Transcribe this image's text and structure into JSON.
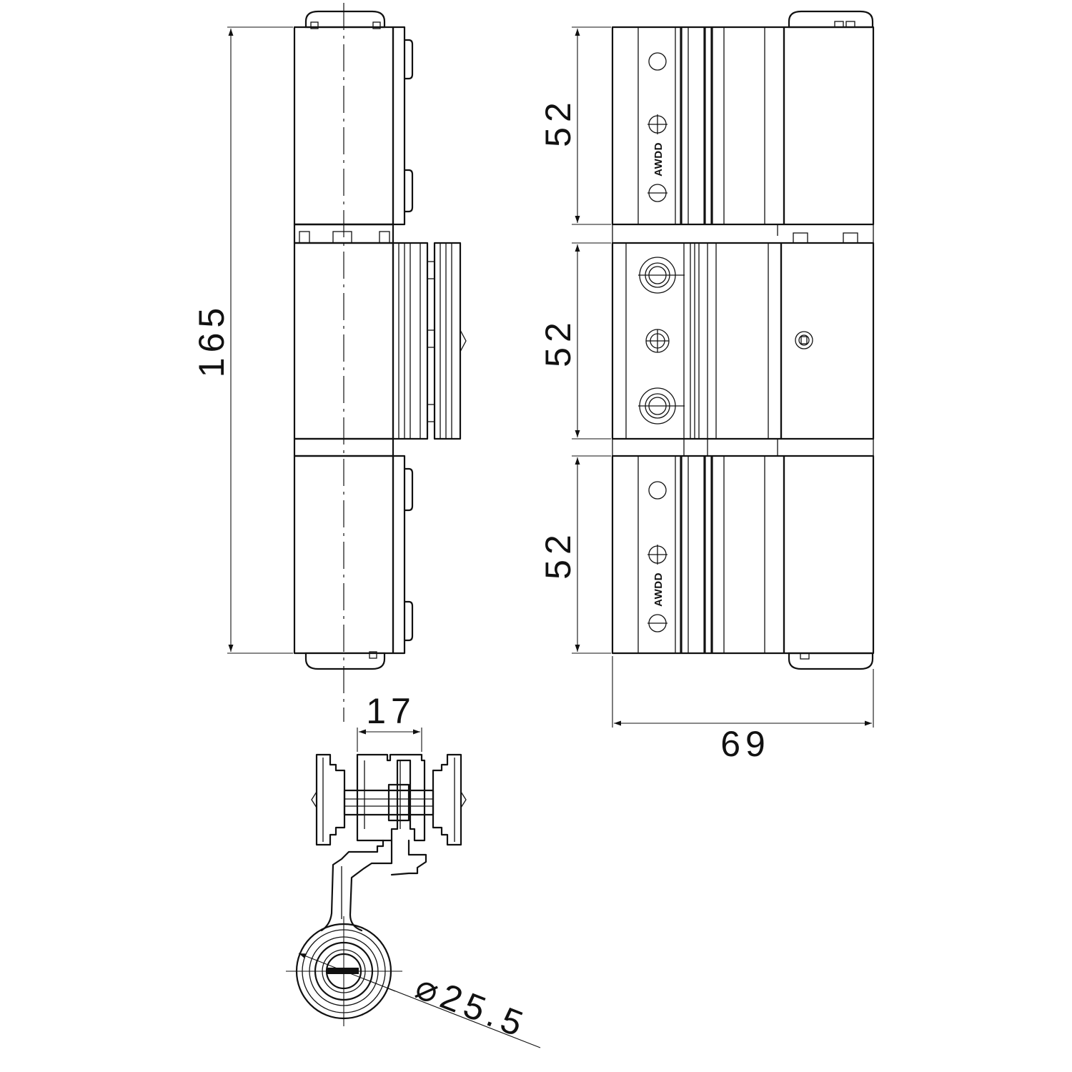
{
  "dimensions": {
    "overall_height": "165",
    "top_knuckle_height": "52",
    "middle_knuckle_height": "52",
    "bottom_knuckle_height": "52",
    "leaf_offset": "17",
    "overall_width": "69",
    "pin_diameter": "⌀25.5"
  },
  "leaf_brand": {
    "top": "AWDD",
    "bottom": "AWDD"
  }
}
